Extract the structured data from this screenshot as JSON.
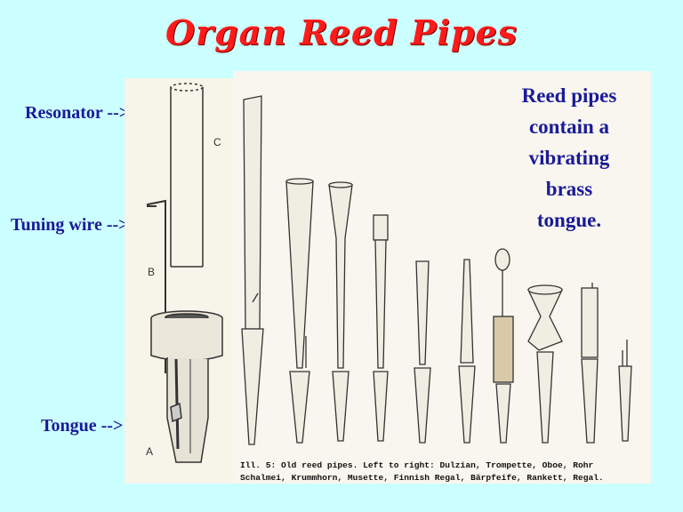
{
  "title": "Organ Reed Pipes",
  "labels": {
    "resonator": "Resonator -->",
    "tuning_wire": "Tuning wire -->",
    "tongue": "Tongue -->"
  },
  "diagram_letters": {
    "a": "A",
    "b": "B",
    "c": "C"
  },
  "callout": [
    "Reed pipes",
    "contain a",
    "vibrating",
    "brass",
    "tongue."
  ],
  "caption": {
    "line1": "Ill. 5: Old reed pipes. Left to right: Dulzian, Trompette, Oboe, Rohr",
    "line2": "Schalmei, Krummhorn, Musette, Finnish Regal, Bärpfeife, Rankett, Regal."
  },
  "colors": {
    "background": "#ccffff",
    "title": "#ff1a1a",
    "labels": "#1a1a99",
    "paper": "#f8f6ee"
  }
}
